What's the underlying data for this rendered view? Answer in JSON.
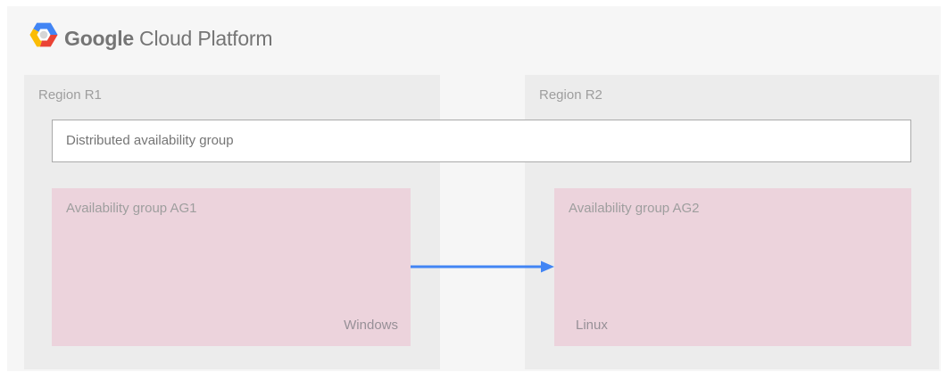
{
  "header": {
    "brand_google": "Google",
    "brand_suffix": "Cloud Platform"
  },
  "diagram": {
    "regions": [
      {
        "label": "Region R1"
      },
      {
        "label": "Region R2"
      }
    ],
    "distributed_group_label": "Distributed availability group",
    "availability_groups": [
      {
        "label": "Availability group AG1",
        "os_label": "Windows"
      },
      {
        "label": "Availability group AG2",
        "os_label": "Linux"
      }
    ],
    "connector": {
      "direction": "left-to-right"
    }
  },
  "icons": {
    "logo": "gcp-hexagon-logo",
    "connector": "right-arrow-icon"
  },
  "colors": {
    "panel_bg": "#f6f6f6",
    "region_bg": "#ececec",
    "group_pink": "#ecd3dc",
    "label_gray": "#9e9e9e",
    "dag_gray": "#757575",
    "os_gray": "#979097",
    "brand_gray": "#757575",
    "box_border": "#aaaaaa",
    "arrow_blue": "#4285f4",
    "logo_blue": "#4285f4",
    "logo_red": "#ea4335",
    "logo_yellow": "#fbbc05",
    "logo_circle_gray": "#d6d6d6"
  }
}
